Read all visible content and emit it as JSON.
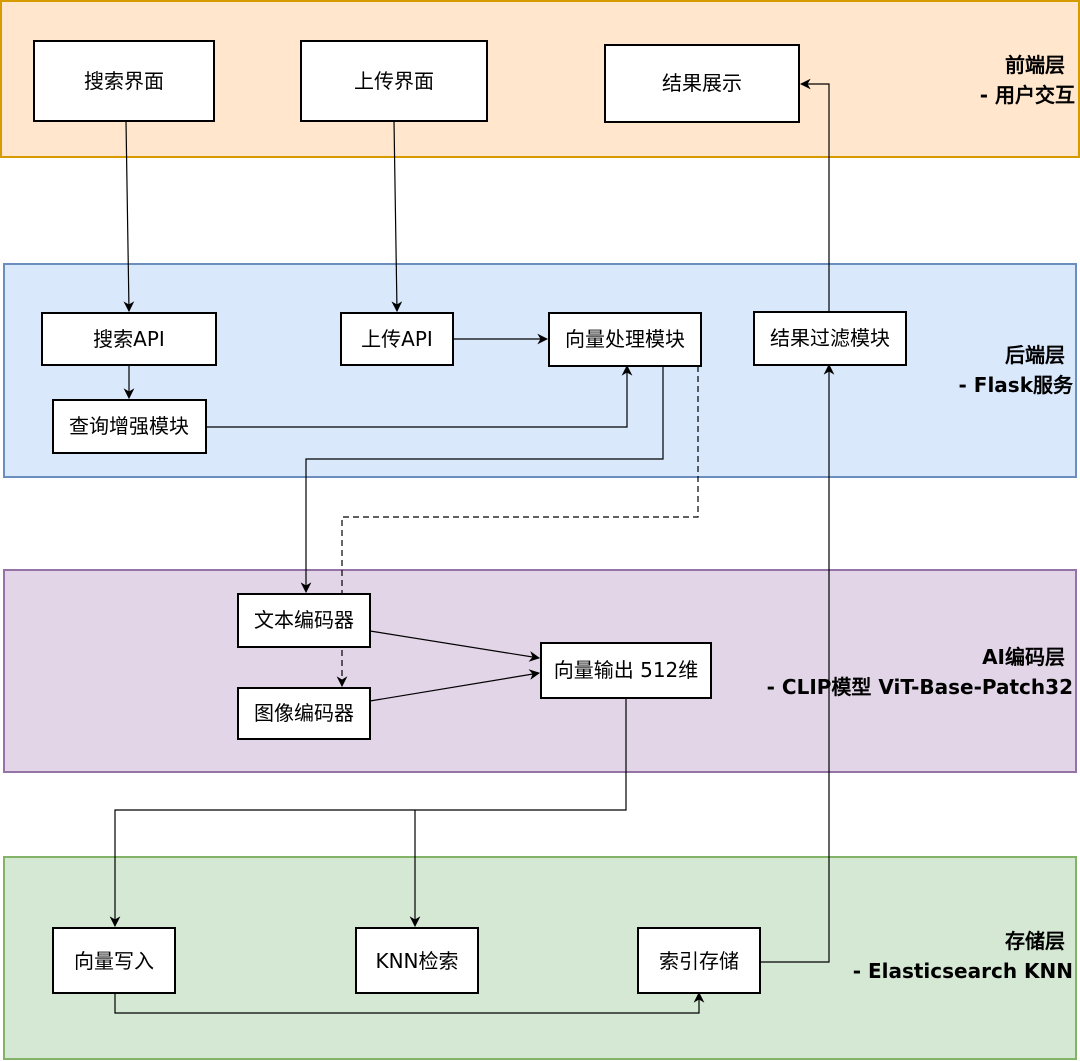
{
  "layers": [
    {
      "id": "frontend",
      "title": "前端层",
      "subtitle": "- 用户交互",
      "fill": "#ffe6cc",
      "stroke": "#d79b00"
    },
    {
      "id": "backend",
      "title": "后端层",
      "subtitle": "- Flask服务",
      "fill": "#dae8fc",
      "stroke": "#6c8ebf"
    },
    {
      "id": "ai",
      "title": "AI编码层",
      "subtitle": "- CLIP模型 ViT-Base-Patch32",
      "fill": "#e1d5e7",
      "stroke": "#9673a6"
    },
    {
      "id": "storage",
      "title": "存储层",
      "subtitle": "- Elasticsearch KNN",
      "fill": "#d5e8d4",
      "stroke": "#82b366"
    }
  ],
  "nodes": {
    "search_ui": "搜索界面",
    "upload_ui": "上传界面",
    "result_show": "结果展示",
    "search_api": "搜索API",
    "upload_api": "上传API",
    "vector_module": "向量处理模块",
    "filter_module": "结果过滤模块",
    "query_enhance": "查询增强模块",
    "text_encoder": "文本编码器",
    "image_encoder": "图像编码器",
    "vector_output": "向量输出 512维",
    "vector_write": "向量写入",
    "knn_search": "KNN检索",
    "index_store": "索引存储"
  },
  "edges": [
    {
      "from": "search_ui",
      "to": "search_api",
      "style": "solid"
    },
    {
      "from": "upload_ui",
      "to": "upload_api",
      "style": "solid"
    },
    {
      "from": "upload_api",
      "to": "vector_module",
      "style": "solid"
    },
    {
      "from": "search_api",
      "to": "query_enhance",
      "style": "solid"
    },
    {
      "from": "query_enhance",
      "to": "vector_module",
      "style": "solid"
    },
    {
      "from": "vector_module",
      "to": "text_encoder",
      "style": "solid"
    },
    {
      "from": "vector_module",
      "to": "image_encoder",
      "style": "dashed"
    },
    {
      "from": "text_encoder",
      "to": "vector_output",
      "style": "solid"
    },
    {
      "from": "image_encoder",
      "to": "vector_output",
      "style": "solid"
    },
    {
      "from": "vector_output",
      "to": "vector_write",
      "style": "solid"
    },
    {
      "from": "vector_output",
      "to": "knn_search",
      "style": "solid"
    },
    {
      "from": "vector_write",
      "to": "index_store",
      "style": "solid"
    },
    {
      "from": "index_store",
      "to": "filter_module",
      "style": "solid"
    },
    {
      "from": "filter_module",
      "to": "result_show",
      "style": "solid"
    }
  ]
}
